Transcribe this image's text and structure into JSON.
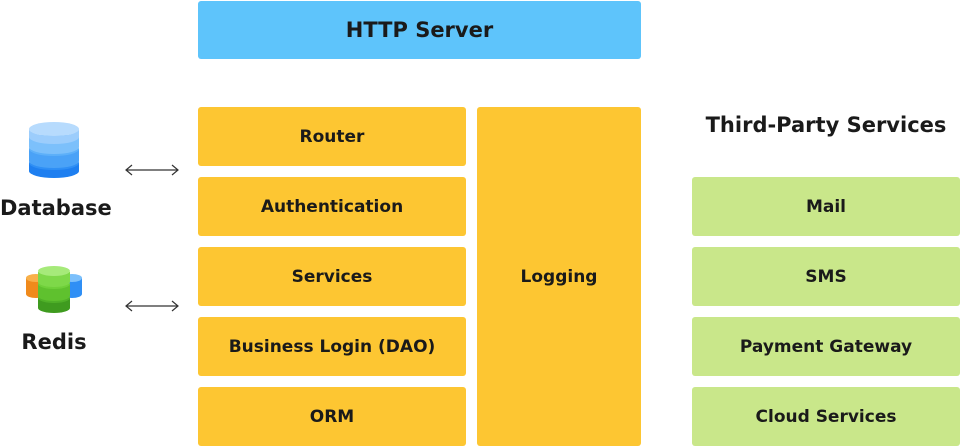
{
  "http_server": {
    "label": "HTTP Server"
  },
  "layers": [
    {
      "label": "Router"
    },
    {
      "label": "Authentication"
    },
    {
      "label": "Services"
    },
    {
      "label": "Business Login (DAO)"
    },
    {
      "label": "ORM"
    }
  ],
  "logging": {
    "label": "Logging"
  },
  "third_party": {
    "title": "Third-Party Services",
    "items": [
      {
        "label": "Mail"
      },
      {
        "label": "SMS"
      },
      {
        "label": "Payment Gateway"
      },
      {
        "label": "Cloud Services"
      }
    ]
  },
  "stores": {
    "database": {
      "label": "Database",
      "icon": "database-icon"
    },
    "redis": {
      "label": "Redis",
      "icon": "redis-icon"
    }
  },
  "colors": {
    "http_server": "#5ec4fb",
    "layer": "#fdc632",
    "third_party": "#c9e78a"
  }
}
